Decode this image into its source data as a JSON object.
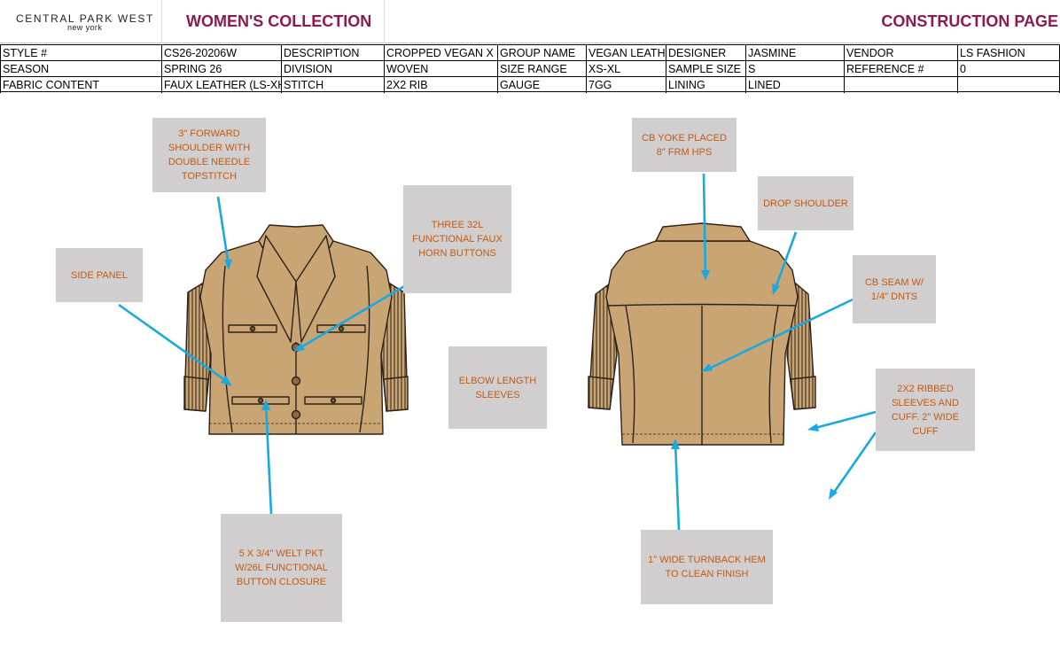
{
  "header": {
    "brand_name": "CENTRAL PARK WEST",
    "brand_sub": "new york",
    "collection_title": "WOMEN'S COLLECTION",
    "page_title": "CONSTRUCTION PAGE"
  },
  "spec": {
    "rows": [
      [
        "STYLE #",
        "CS26-20206W",
        "DESCRIPTION",
        "CROPPED VEGAN X",
        "GROUP NAME",
        "VEGAN LEATH",
        "DESIGNER",
        "JASMINE",
        "VENDOR",
        "LS FASHION"
      ],
      [
        "SEASON",
        "SPRING 26",
        "DIVISION",
        "WOVEN",
        "SIZE RANGE",
        "XS-XL",
        "SAMPLE SIZE",
        "S",
        "REFERENCE #",
        "0"
      ],
      [
        "FABRIC CONTENT",
        "FAUX LEATHER (LS-XHX",
        "STITCH",
        "2X2 RIB",
        "GAUGE",
        "7GG",
        "LINING",
        "LINED",
        "",
        ""
      ]
    ]
  },
  "callouts": {
    "forward_shoulder": "3\" FORWARD SHOULDER WITH DOUBLE NEEDLE TOPSTITCH",
    "side_panel": "SIDE PANEL",
    "horn_buttons": "THREE 32L FUNCTIONAL FAUX HORN BUTTONS",
    "elbow_sleeves": "ELBOW LENGTH SLEEVES",
    "welt_pocket": "5 X 3/4\" WELT PKT W/26L FUNCTIONAL BUTTON CLOSURE",
    "cb_yoke": "CB YOKE PLACED 8\" FRM HPS",
    "drop_shoulder": "DROP SHOULDER",
    "cb_seam": "CB SEAM W/ 1/4\" DNTS",
    "ribbed_sleeves": "2X2 RIBBED SLEEVES AND CUFF. 2\" WIDE CUFF",
    "turnback_hem": "1\" WIDE TURNBACK HEM TO CLEAN FINISH"
  },
  "colors": {
    "brand_title": "#8c1a52",
    "callout_bg": "#d0cece",
    "callout_text": "#c55a11",
    "arrow": "#19a8e0",
    "garment": "#c9a574"
  }
}
